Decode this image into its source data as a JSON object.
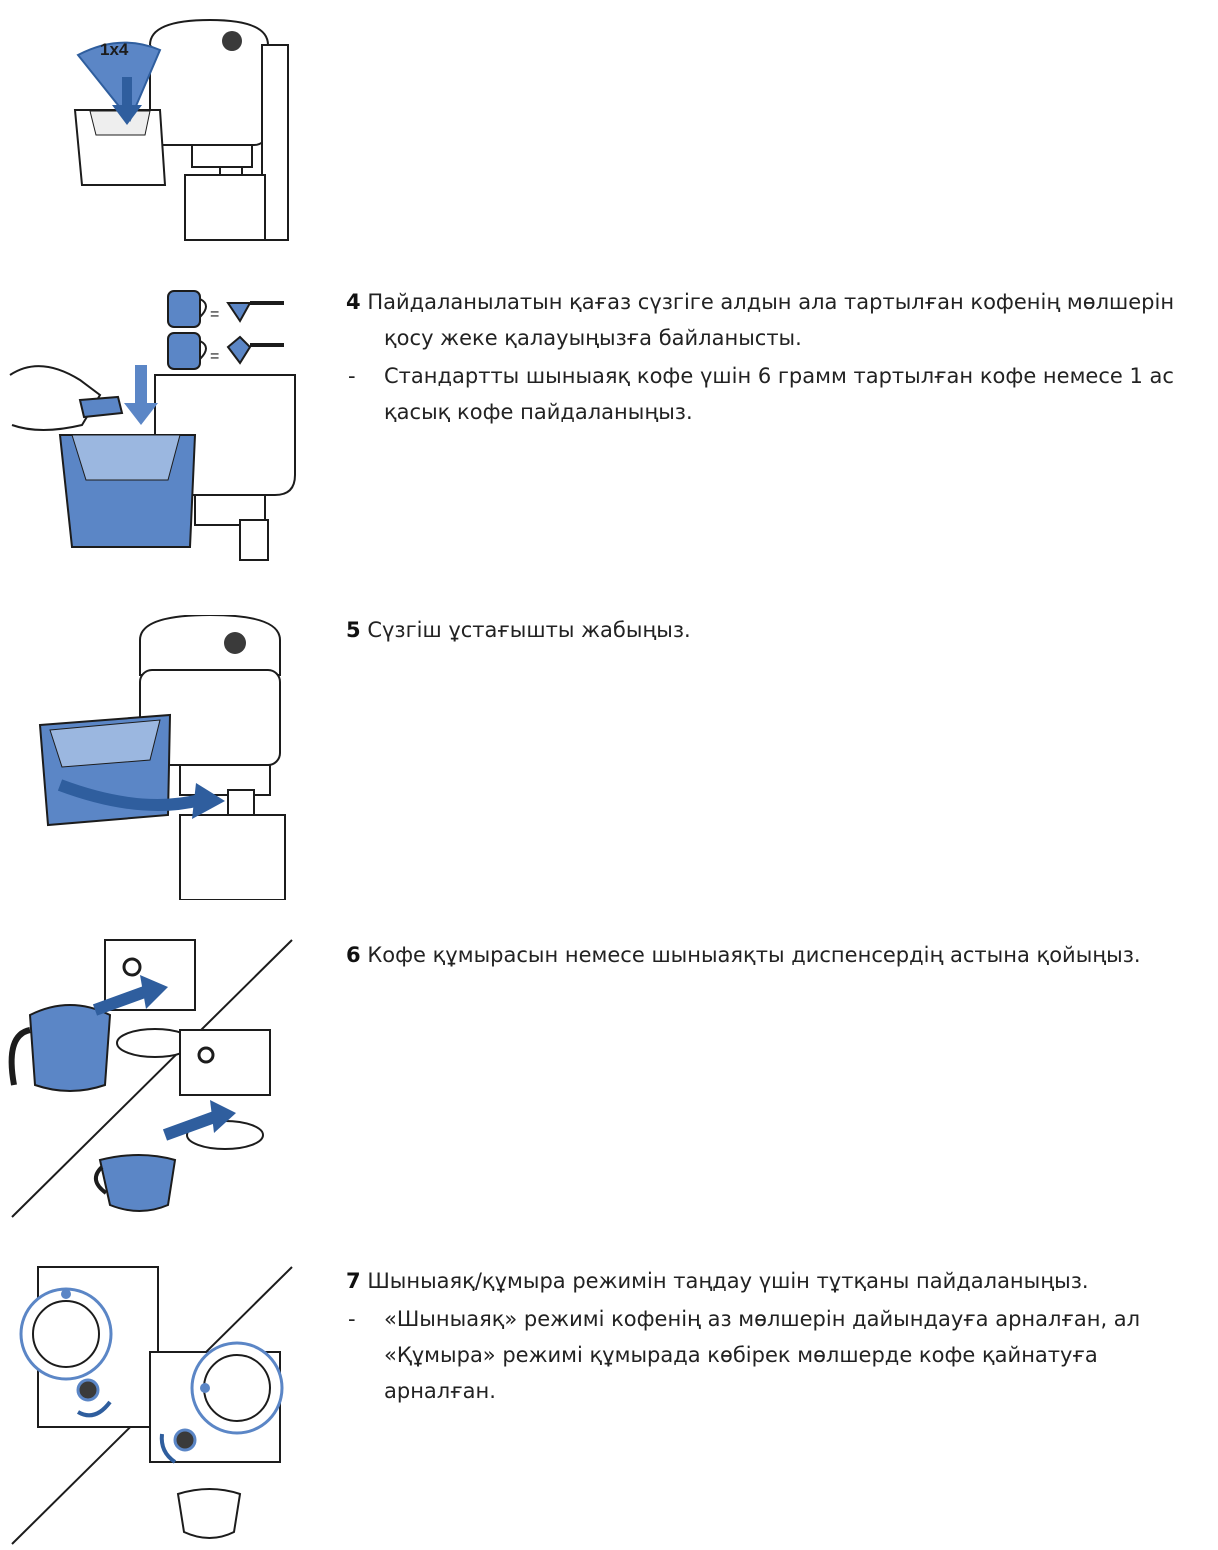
{
  "colors": {
    "accent": "#5b86c6",
    "accent_dark": "#2f5e9e",
    "ink": "#1c1c1c"
  },
  "illustration_1": {
    "label": "1x4"
  },
  "steps": [
    {
      "number": "4",
      "lines": [
        "Пайдаланылатын қағаз сүзгіге алдын ала тартылған кофенің мөлшерін",
        "қосу жеке қалауыңызға байланысты."
      ],
      "bullet_marker": "-",
      "bullet_lines": [
        "Стандартты шыныаяқ кофе үшін 6 грамм тартылған кофе немесе 1 ас",
        "қасық кофе пайдаланыңыз."
      ]
    },
    {
      "number": "5",
      "lines": [
        "Сүзгіш ұстағышты жабыңыз."
      ]
    },
    {
      "number": "6",
      "lines": [
        "Кофе құмырасын немесе шыныаяқты диспенсердің астына қойыңыз."
      ]
    },
    {
      "number": "7",
      "lines": [
        "Шыныаяқ/құмыра режимін таңдау үшін тұтқаны пайдаланыңыз."
      ],
      "bullet_marker": "-",
      "bullet_lines": [
        "«Шыныаяқ» режимі кофенің аз мөлшерін дайындауға арналған, ал",
        "«Құмыра» режимі құмырада көбірек мөлшерде кофе қайнатуға",
        "арналған."
      ]
    }
  ]
}
